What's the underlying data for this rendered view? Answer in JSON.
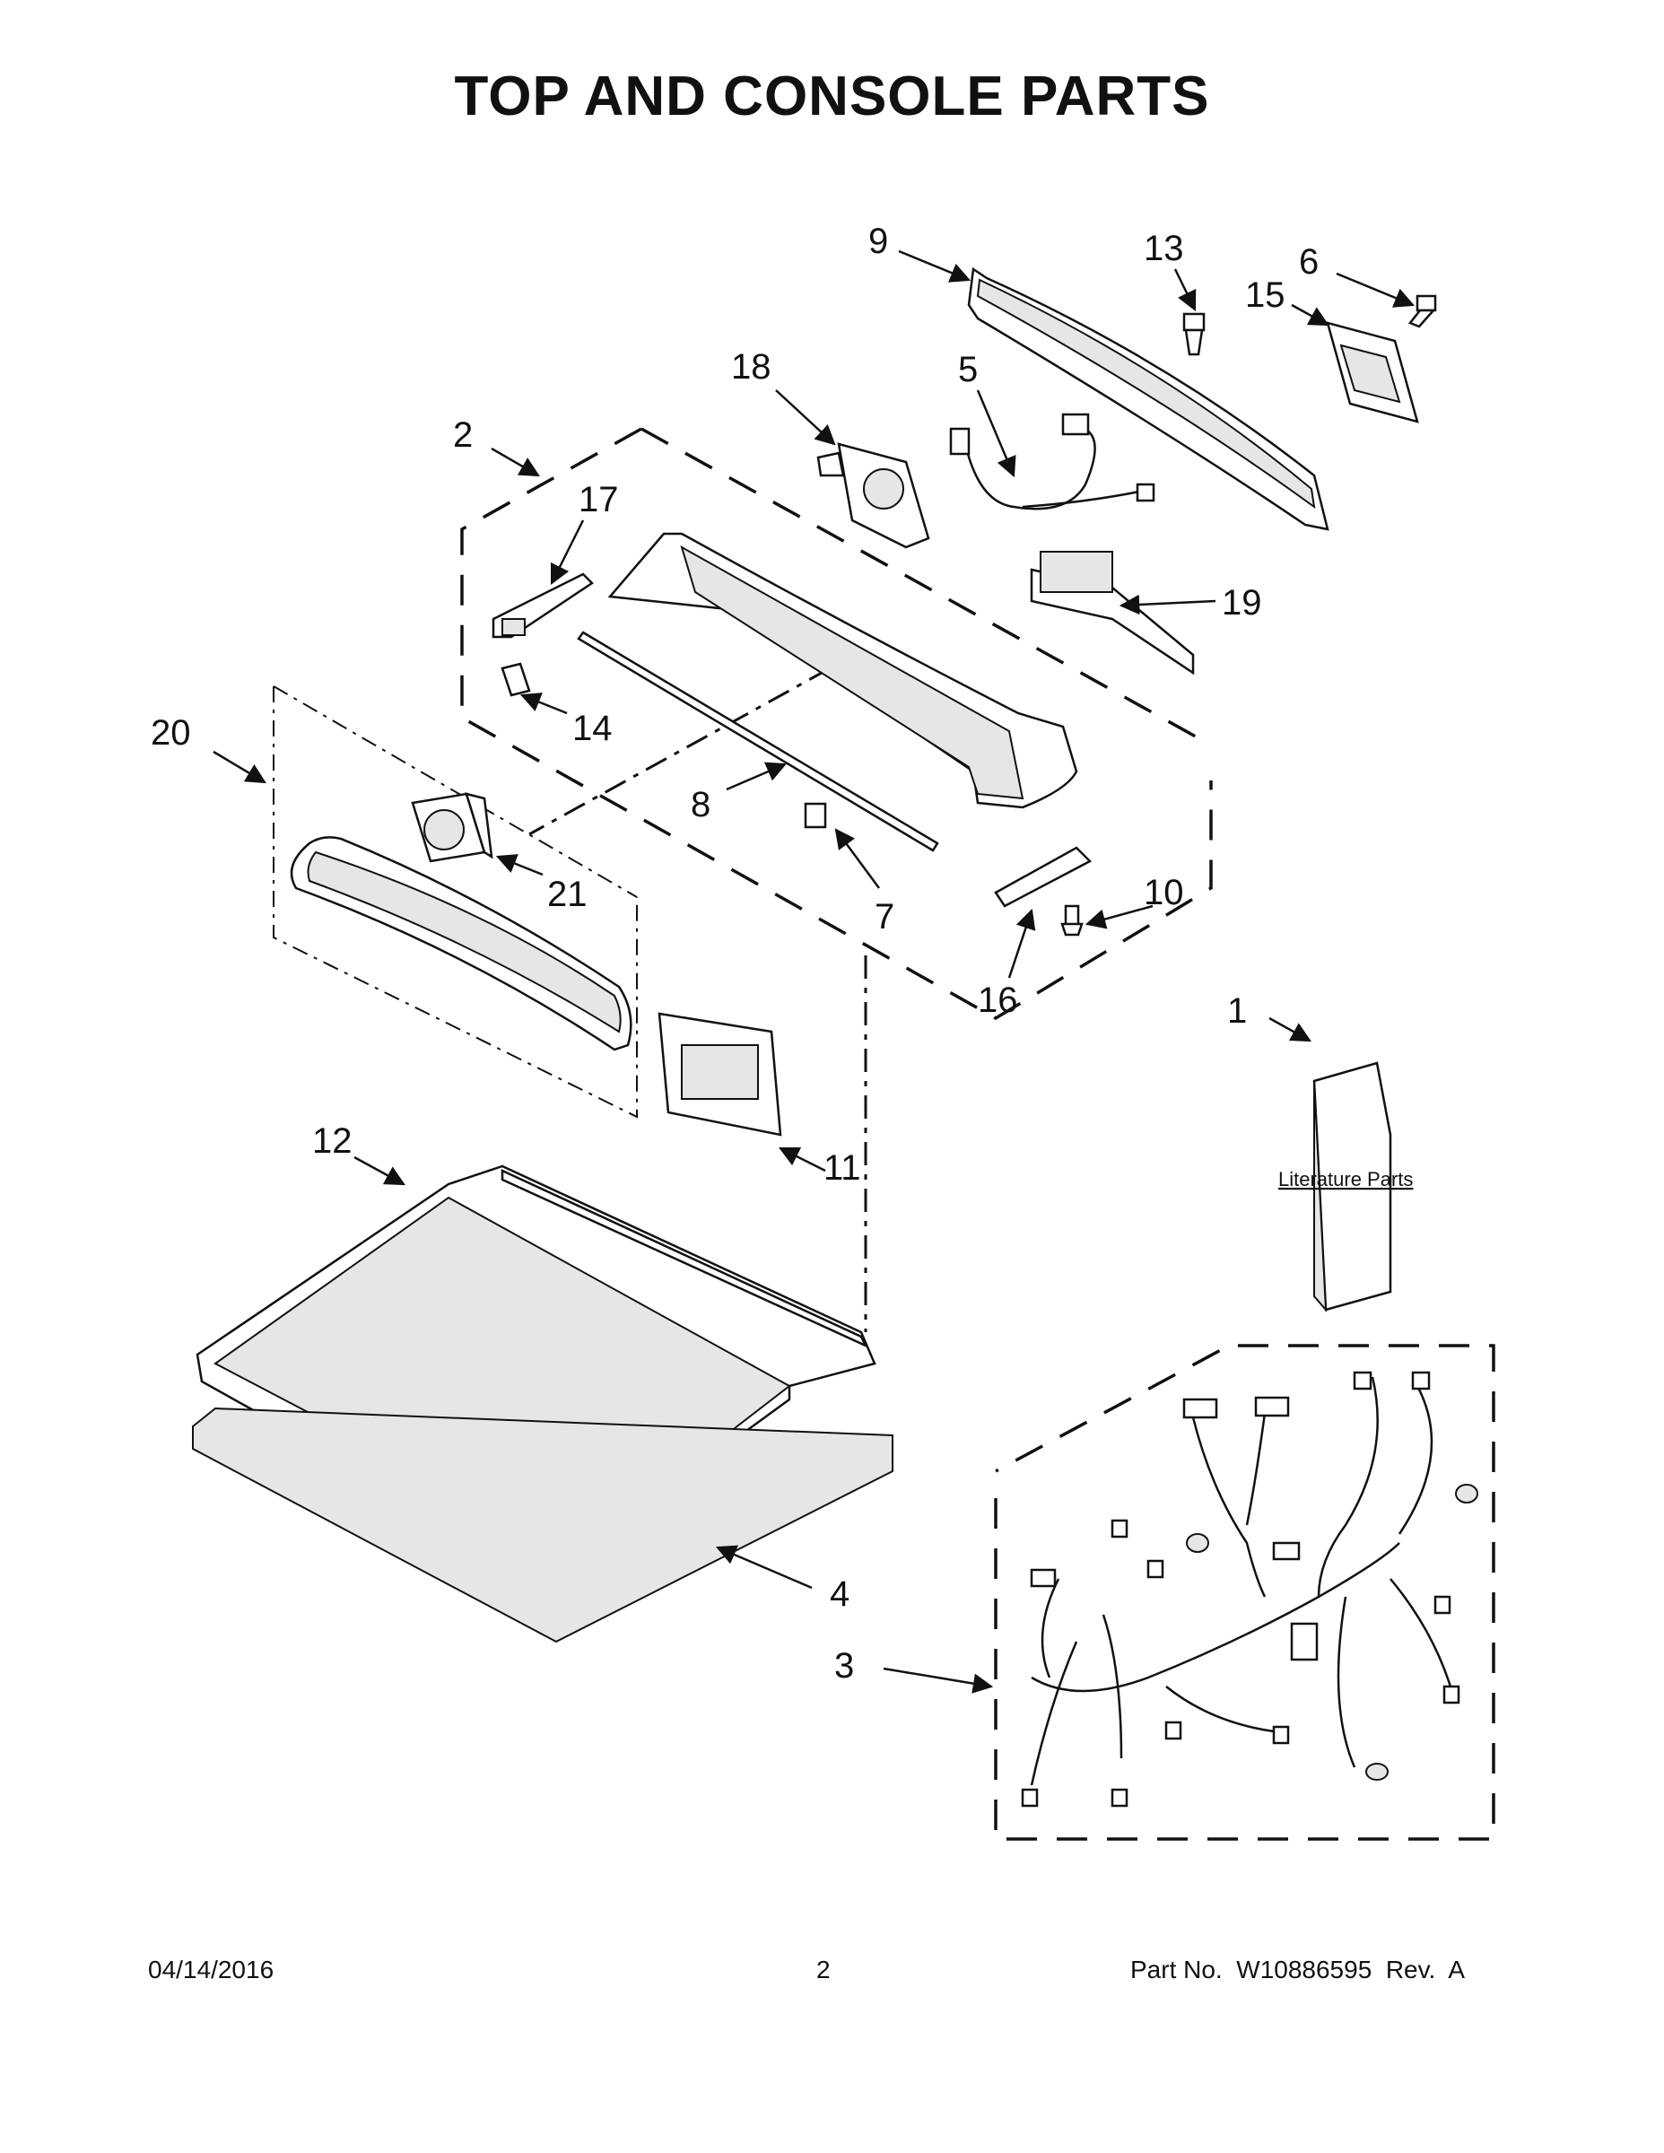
{
  "title": "TOP AND CONSOLE PARTS",
  "callouts": [
    "1",
    "2",
    "3",
    "4",
    "5",
    "6",
    "7",
    "8",
    "9",
    "10",
    "11",
    "12",
    "13",
    "14",
    "15",
    "16",
    "17",
    "18",
    "19",
    "20",
    "21"
  ],
  "literature_label": "Literature Parts",
  "footer": {
    "date": "04/14/2016",
    "page": "2",
    "part_no": "Part No.  W10886595  Rev.  A"
  }
}
